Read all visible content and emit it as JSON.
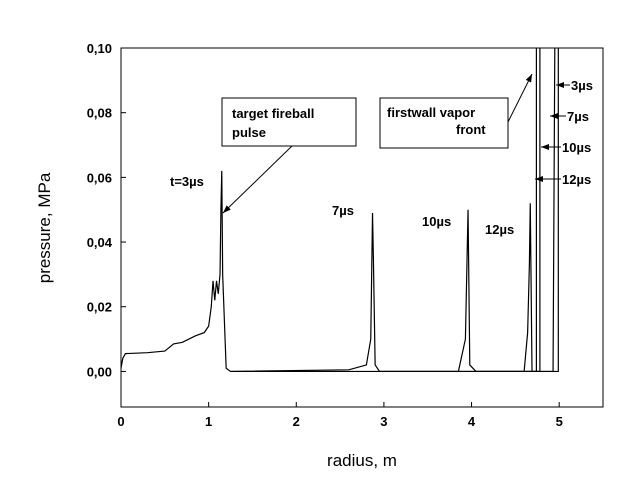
{
  "chart_data": {
    "type": "line",
    "title": "",
    "xlabel": "radius, m",
    "ylabel": "pressure, MPa",
    "xlim": [
      0,
      5.5
    ],
    "ylim": [
      -0.011,
      0.1
    ],
    "xticks": [
      0,
      1,
      2,
      3,
      4,
      5
    ],
    "xtick_labels": [
      "0",
      "1",
      "2",
      "3",
      "4",
      "5"
    ],
    "yticks": [
      0.0,
      0.02,
      0.04,
      0.06,
      0.08,
      0.1
    ],
    "ytick_labels": [
      "0,00",
      "0,02",
      "0,04",
      "0,06",
      "0,08",
      "0,10"
    ],
    "grid": false,
    "series": [
      {
        "name": "3µs",
        "points": [
          [
            0,
            0.001
          ],
          [
            0.02,
            0.004
          ],
          [
            0.05,
            0.0055
          ],
          [
            0.3,
            0.0058
          ],
          [
            0.5,
            0.0063
          ],
          [
            0.6,
            0.0085
          ],
          [
            0.7,
            0.009
          ],
          [
            0.85,
            0.011
          ],
          [
            0.95,
            0.012
          ],
          [
            1.0,
            0.014
          ],
          [
            1.03,
            0.02
          ],
          [
            1.05,
            0.028
          ],
          [
            1.07,
            0.022
          ],
          [
            1.09,
            0.028
          ],
          [
            1.11,
            0.024
          ],
          [
            1.13,
            0.03
          ],
          [
            1.14,
            0.05
          ],
          [
            1.15,
            0.062
          ],
          [
            1.16,
            0.03
          ],
          [
            1.2,
            0.001
          ],
          [
            1.25,
            0
          ],
          [
            4.99,
            0
          ],
          [
            4.99,
            0.1
          ]
        ]
      },
      {
        "name": "7µs",
        "points": [
          [
            1.25,
            0
          ],
          [
            2.6,
            0.0005
          ],
          [
            2.8,
            0.002
          ],
          [
            2.85,
            0.01
          ],
          [
            2.87,
            0.049
          ],
          [
            2.88,
            0.035
          ],
          [
            2.9,
            0.002
          ],
          [
            2.95,
            0
          ],
          [
            4.93,
            0
          ],
          [
            4.95,
            0.1
          ]
        ]
      },
      {
        "name": "10µs",
        "points": [
          [
            2.95,
            0
          ],
          [
            3.85,
            0
          ],
          [
            3.93,
            0.01
          ],
          [
            3.96,
            0.05
          ],
          [
            3.98,
            0.002
          ],
          [
            4.05,
            0
          ],
          [
            4.78,
            0
          ],
          [
            4.78,
            0.1
          ]
        ]
      },
      {
        "name": "12µs",
        "points": [
          [
            4.05,
            0
          ],
          [
            4.6,
            0
          ],
          [
            4.64,
            0.012
          ],
          [
            4.66,
            0.033
          ],
          [
            4.67,
            0.052
          ],
          [
            4.69,
            0
          ],
          [
            4.74,
            0
          ],
          [
            4.74,
            0.1
          ]
        ]
      }
    ],
    "annotations": {
      "peak_3": "t=3µs",
      "peak_7": "7µs",
      "peak_10": "10µs",
      "peak_12": "12µs",
      "box_fireball_line1": "target fireball",
      "box_fireball_line2": "pulse",
      "box_wall_line1": "firstwall vapor",
      "box_wall_line2": "front",
      "wall_3": "3µs",
      "wall_7": "7µs",
      "wall_10": "10µs",
      "wall_12": "12µs"
    }
  }
}
